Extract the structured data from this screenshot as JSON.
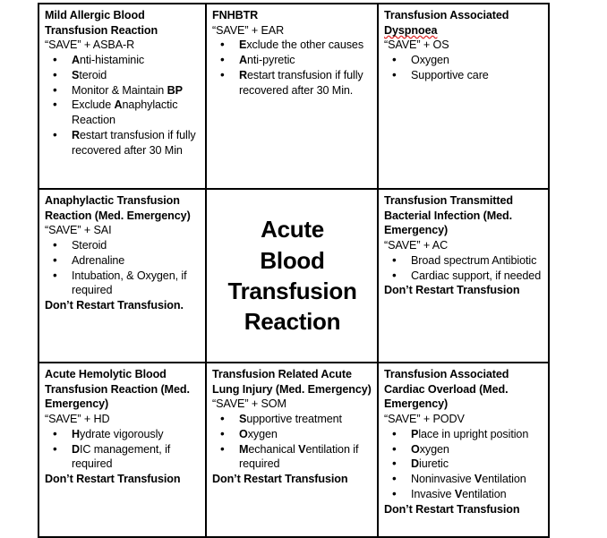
{
  "document": {
    "kind": "word-processor-table",
    "center_heading": "Acute\nBlood\nTransfusion\nReaction",
    "center_heading_lines": [
      "Acute",
      "Blood",
      "Transfusion",
      "Reaction"
    ],
    "spellcheck_underline_color": "#e03030",
    "border_color": "#000000",
    "background_color": "#ffffff"
  },
  "cells": {
    "r1c1": {
      "title": "Mild Allergic Blood Transfusion Reaction",
      "save": "“SAVE” + ASBA-R",
      "bullets": [
        "Anti-histaminic",
        "Steroid",
        "Monitor & Maintain BP",
        "Exclude Anaphylactic Reaction",
        "Restart transfusion if fully recovered after 30 Min"
      ],
      "footer": ""
    },
    "r1c2": {
      "title": "FNHBTR",
      "save": "“SAVE” + EAR",
      "bullets": [
        "Exclude the other causes",
        "Anti-pyretic",
        "Restart transfusion if fully recovered after 30 Min."
      ],
      "footer": ""
    },
    "r1c3": {
      "title": "Transfusion Associated Dyspnoea",
      "title_misspelled_word": "Dyspnoea",
      "save": "“SAVE” + OS",
      "bullets": [
        "Oxygen",
        "Supportive care"
      ],
      "footer": ""
    },
    "r2c1": {
      "title": "Anaphylactic Transfusion Reaction (Med. Emergency)",
      "save": "“SAVE” + SAI",
      "bullets": [
        "Steroid",
        "Adrenaline",
        "Intubation, & Oxygen, if required"
      ],
      "footer": "Don’t Restart Transfusion."
    },
    "r2c2_center": {
      "lines": [
        "Acute",
        "Blood",
        "Transfusion",
        "Reaction"
      ]
    },
    "r2c3": {
      "title": "Transfusion Transmitted Bacterial Infection (Med. Emergency)",
      "save": "“SAVE” + AC",
      "bullets": [
        "Broad spectrum Antibiotic",
        "Cardiac support, if needed"
      ],
      "footer": "Don’t Restart Transfusion"
    },
    "r3c1": {
      "title": "Acute Hemolytic Blood Transfusion Reaction (Med. Emergency)",
      "save": "“SAVE” + HD",
      "bullets": [
        "Hydrate vigorously",
        "DIC management, if required"
      ],
      "footer": "Don’t Restart Transfusion"
    },
    "r3c2": {
      "title": "Transfusion Related Acute Lung Injury (Med. Emergency)",
      "save": "“SAVE” + SOM",
      "bullets": [
        "Supportive treatment",
        "Oxygen",
        "Mechanical Ventilation if required"
      ],
      "footer": "Don’t Restart Transfusion"
    },
    "r3c3": {
      "title": "Transfusion Associated Cardiac Overload (Med. Emergency)",
      "save": "“SAVE” + PODV",
      "bullets": [
        "Place in upright position",
        "Oxygen",
        "Diuretic",
        "Noninvasive Ventilation",
        "Invasive Ventilation"
      ],
      "footer": "Don’t Restart Transfusion"
    }
  },
  "mnemonic_bold_letters": {
    "r1c1": [
      "A",
      "S",
      "BP",
      "A",
      "R"
    ],
    "r1c2": [
      "E",
      "A",
      "R"
    ],
    "r1c3": [],
    "r2c1": [],
    "r2c3": [],
    "r3c1": [
      "H",
      "D"
    ],
    "r3c2": [
      "S",
      "O",
      "M"
    ],
    "r3c3": [
      "P",
      "O",
      "D",
      "V",
      "V"
    ]
  }
}
